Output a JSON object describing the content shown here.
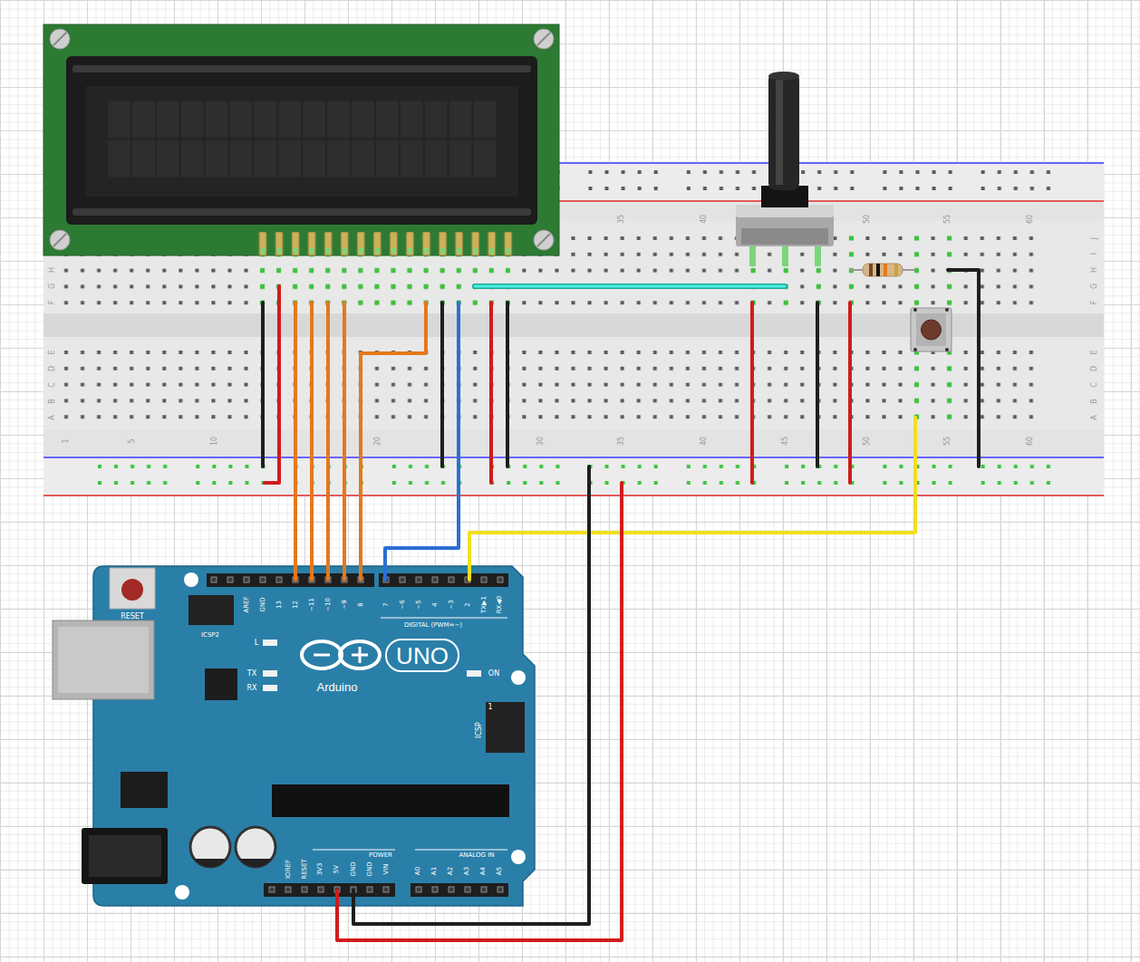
{
  "diagram": {
    "labels": [
      "35",
      "40",
      "50",
      "55",
      "60",
      "1",
      "5",
      "10",
      "20",
      "30",
      "35",
      "40",
      "45",
      "50",
      "55",
      "60",
      "H",
      "G",
      "F",
      "E",
      "D",
      "C",
      "B",
      "A",
      "J",
      "I",
      "H",
      "G",
      "F",
      "E",
      "D",
      "C",
      "B",
      "A",
      "RESET",
      "ICSP2",
      "AREF",
      "GND",
      "13",
      "12",
      "~11",
      "~10",
      "~9",
      "8",
      "7",
      "~6",
      "~5",
      "4",
      "~3",
      "2",
      "TX▶1",
      "RX◀0",
      "DIGITAL (PWM=~)",
      "L",
      "TX",
      "RX",
      "ON",
      "UNO",
      "Arduino",
      "1",
      "ICSP",
      "IOREF",
      "RESET",
      "3V3",
      "5V",
      "GND",
      "GND",
      "VIN",
      "POWER",
      "ANALOG IN",
      "A0",
      "A1",
      "A2",
      "A3",
      "A4",
      "A5"
    ]
  }
}
